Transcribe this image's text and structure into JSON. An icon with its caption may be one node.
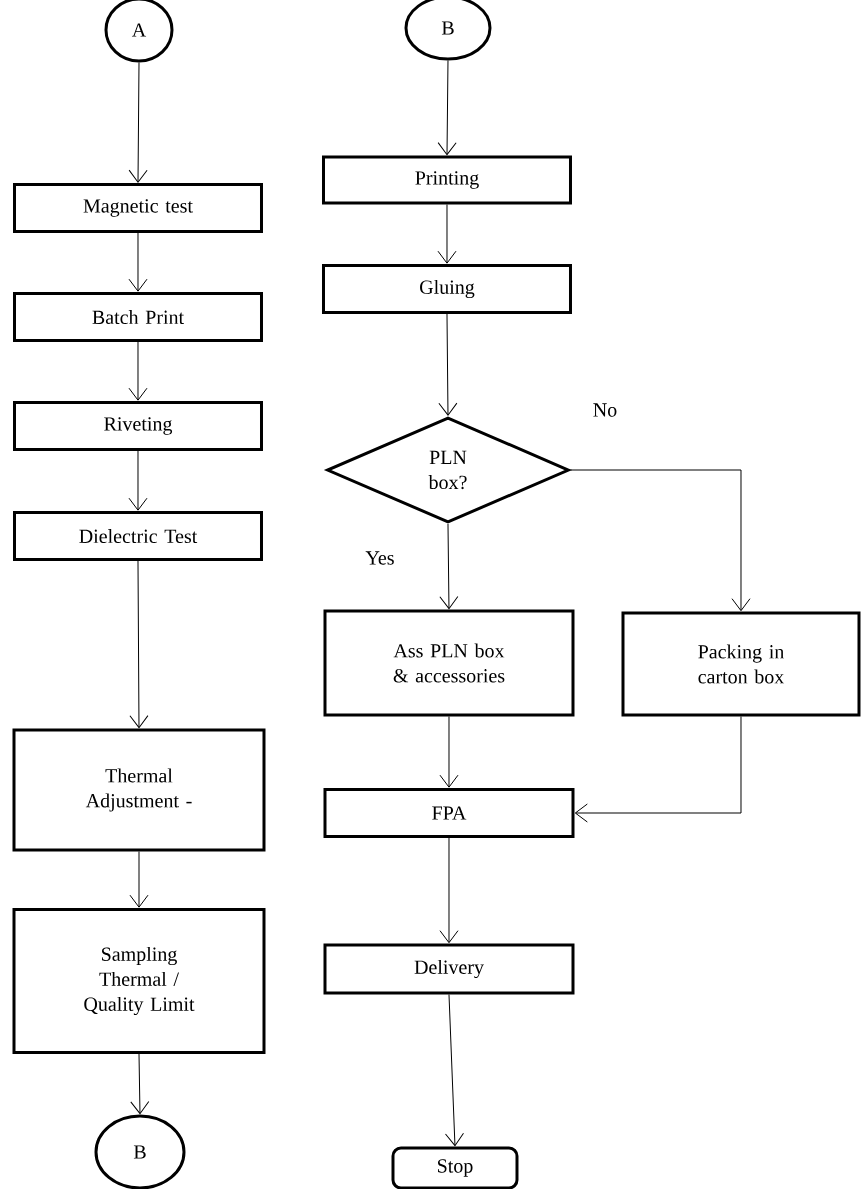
{
  "diagram": {
    "nodes": [
      {
        "text": [
          "A"
        ]
      },
      {
        "text": [
          "Magnetic test"
        ]
      },
      {
        "text": [
          "Batch Print"
        ]
      },
      {
        "text": [
          "Riveting"
        ]
      },
      {
        "text": [
          "Dielectric Test"
        ]
      },
      {
        "text": [
          "Thermal Adjustment -"
        ]
      },
      {
        "text": [
          "Sampling Thermal / Quality Limit"
        ]
      },
      {
        "text": [
          "B"
        ]
      },
      {
        "text": [
          "B"
        ]
      },
      {
        "text": [
          "Printing"
        ]
      },
      {
        "text": [
          "Gluing"
        ]
      },
      {
        "text": [
          "PLN box?"
        ]
      },
      {
        "text": [
          "Ass PLN box & accessories"
        ]
      },
      {
        "text": [
          "Packing in carton box"
        ]
      },
      {
        "text": [
          "FPA"
        ]
      },
      {
        "text": [
          "Delivery"
        ]
      },
      {
        "text": [
          "Stop"
        ]
      }
    ],
    "edges": [
      {
        "from": 0,
        "to": 1,
        "arrow": "to"
      },
      {
        "from": 1,
        "to": 2,
        "arrow": "to"
      },
      {
        "from": 2,
        "to": 3,
        "arrow": "to"
      },
      {
        "from": 3,
        "to": 4,
        "arrow": "to"
      },
      {
        "from": 4,
        "to": 5,
        "arrow": "to"
      },
      {
        "from": 5,
        "to": 6,
        "arrow": "to"
      },
      {
        "from": 6,
        "to": 7,
        "arrow": "to"
      },
      {
        "from": 8,
        "to": 9,
        "arrow": "to"
      },
      {
        "from": 9,
        "to": 10,
        "arrow": "to"
      },
      {
        "from": 10,
        "to": 11,
        "arrow": "to"
      },
      {
        "from": 11,
        "to": 12,
        "arrow": "to",
        "label": "Yes"
      },
      {
        "from": 11,
        "to": 13,
        "arrow": "to",
        "label": "No"
      },
      {
        "from": 12,
        "to": 14,
        "arrow": "to"
      },
      {
        "from": 13,
        "to": 14,
        "arrow": "to"
      },
      {
        "from": 14,
        "to": 15,
        "arrow": "to"
      },
      {
        "from": 15,
        "to": 16,
        "arrow": "to"
      }
    ]
  }
}
